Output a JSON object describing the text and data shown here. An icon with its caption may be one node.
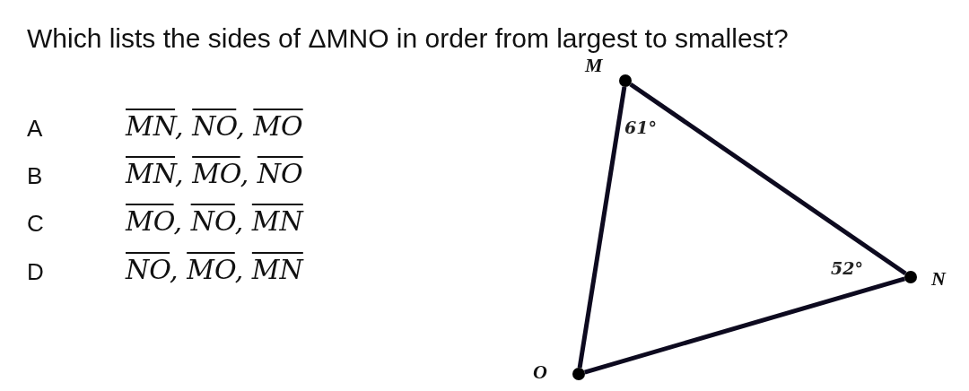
{
  "diagram": {
    "title": "Which lists the sides of ΔMNO in order from largest to smallest?",
    "nodes": [
      {
        "text": [
          "M"
        ]
      },
      {
        "text": [
          "N"
        ]
      },
      {
        "text": [
          "O"
        ]
      }
    ],
    "edges": [
      {
        "from": 0,
        "to": 1,
        "arrow": "none"
      },
      {
        "from": 1,
        "to": 2,
        "arrow": "none"
      },
      {
        "from": 2,
        "to": 0,
        "arrow": "none"
      }
    ],
    "labels": [
      "A",
      "MN, NO, MO",
      "B",
      "MN, MO, NO",
      "C",
      "MO, NO, MN",
      "D",
      "NO, MO, MN",
      "61°",
      "52°"
    ]
  }
}
